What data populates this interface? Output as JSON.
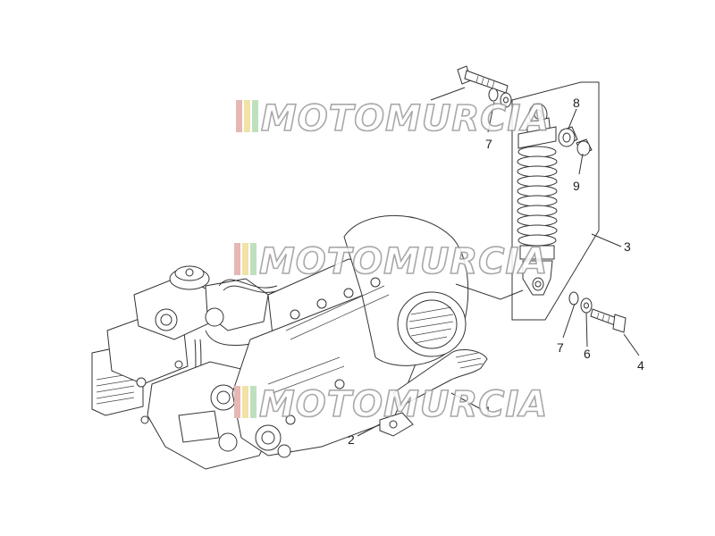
{
  "watermark": {
    "text": "MOTOMURCIA",
    "stripe_colors": [
      "#e6b8b4",
      "#f1e2a6",
      "#bfe0bf"
    ]
  },
  "callouts": [
    {
      "id": "1",
      "label": "1"
    },
    {
      "id": "2",
      "label": "2"
    },
    {
      "id": "3",
      "label": "3"
    },
    {
      "id": "4",
      "label": "4"
    },
    {
      "id": "6",
      "label": "6"
    },
    {
      "id": "7a",
      "label": "7"
    },
    {
      "id": "7b",
      "label": "7"
    },
    {
      "id": "8",
      "label": "8"
    },
    {
      "id": "9",
      "label": "9"
    }
  ]
}
